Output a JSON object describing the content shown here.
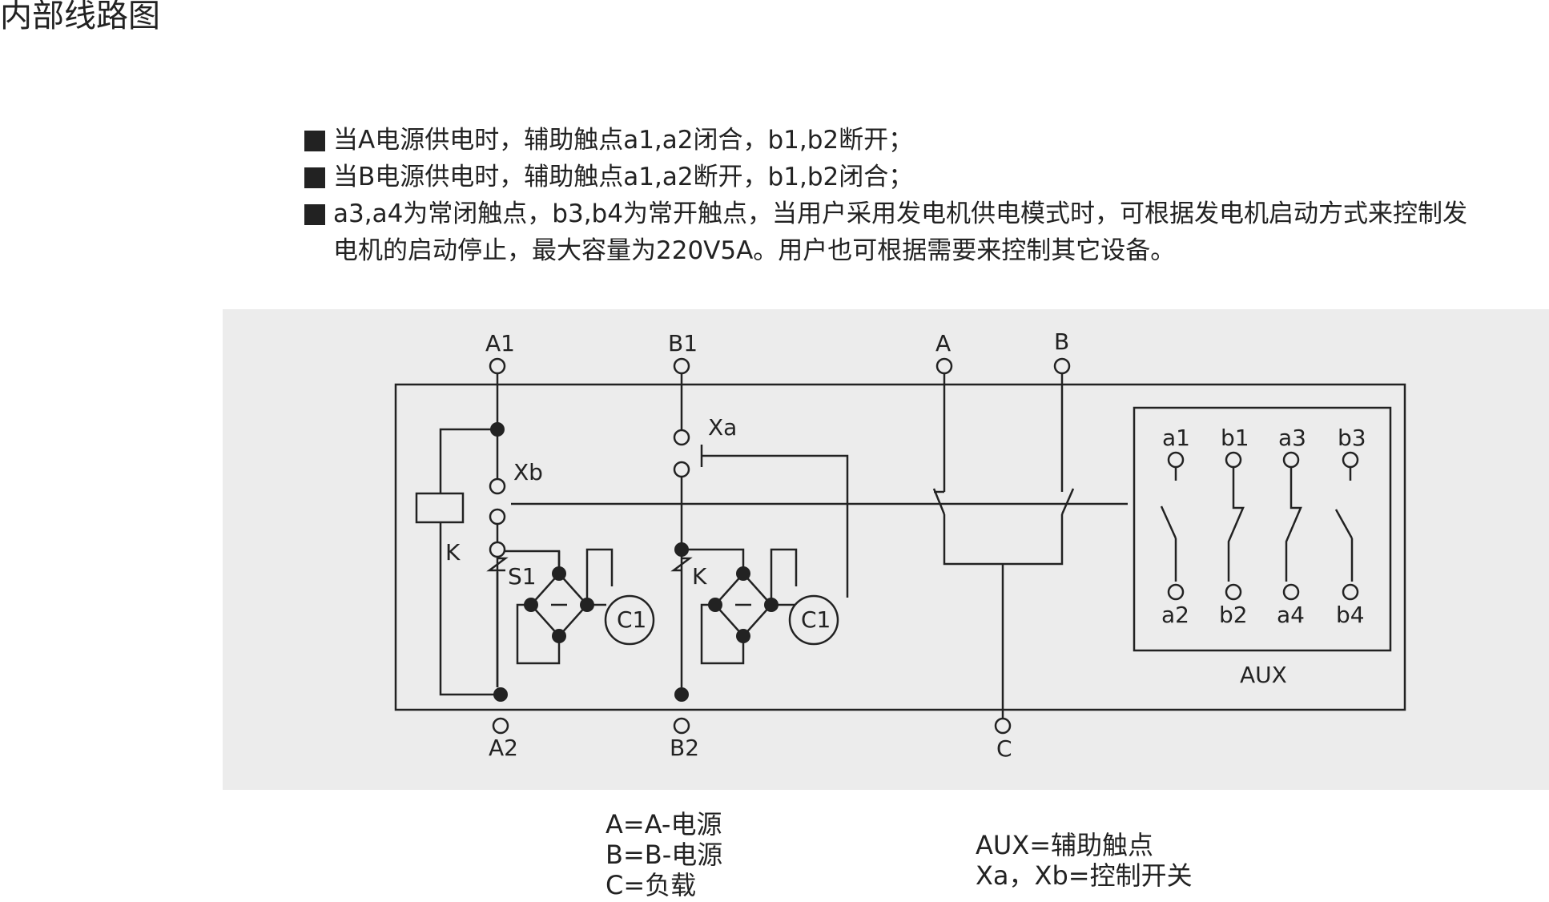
{
  "page": {
    "title": "内部线路图"
  },
  "notes": [
    "当A电源供电时，辅助触点a1,a2闭合，b1,b2断开；",
    "当B电源供电时，辅助触点a1,a2断开，b1,b2闭合；",
    "a3,a4为常闭触点，b3,b4为常开触点，当用户采用发电机供电模式时，可根据发电机启动方式来控制发",
    "电机的启动停止，最大容量为220V5A。用户也可根据需要来控制其它设备。"
  ],
  "diagram": {
    "colors": {
      "panel_bg": "#ececec",
      "line": "#222222"
    },
    "terminals": {
      "a1": "A1",
      "b1": "B1",
      "a": "A",
      "b": "B",
      "a2": "A2",
      "b2": "B2",
      "c": "C"
    },
    "labels": {
      "xa": "Xa",
      "xb": "Xb",
      "k_left": "K",
      "k_right": "K",
      "s1": "S1",
      "c1_left": "C1",
      "c1_right": "C1",
      "aux": "AUX"
    },
    "aux_contacts": {
      "top": [
        "a1",
        "b1",
        "a3",
        "b3"
      ],
      "bottom": [
        "a2",
        "b2",
        "a4",
        "b4"
      ]
    }
  },
  "legend": {
    "left": [
      "A=A-电源",
      "B=B-电源",
      "C=负载"
    ],
    "right": [
      "AUX=辅助触点",
      "Xa，Xb=控制开关"
    ]
  }
}
